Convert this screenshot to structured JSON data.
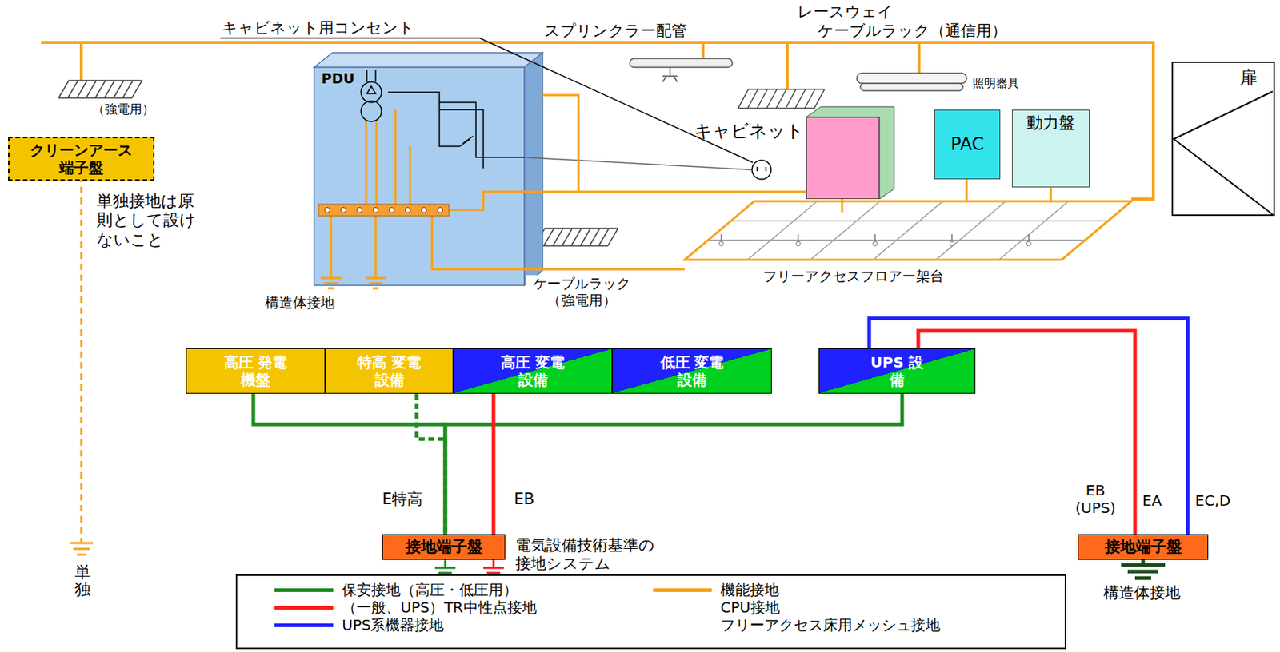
{
  "diagram": {
    "nodes": [
      {
        "text": [
          "クリーンアース 端子盤"
        ]
      },
      {
        "text": [
          "PDU"
        ]
      },
      {
        "text": [
          "キャビネット"
        ]
      },
      {
        "text": [
          "PAC"
        ]
      },
      {
        "text": [
          "動力盤"
        ]
      },
      {
        "text": [
          "扉"
        ]
      },
      {
        "text": [
          "高圧 発電機盤"
        ]
      },
      {
        "text": [
          "特高 変電設備"
        ]
      },
      {
        "text": [
          "高圧 変電設備"
        ]
      },
      {
        "text": [
          "低圧 変電設備"
        ]
      },
      {
        "text": [
          "UPS 設備"
        ]
      },
      {
        "text": [
          "接地端子盤"
        ]
      },
      {
        "text": [
          "接地端子盤"
        ]
      }
    ],
    "edges": [
      {
        "from": 6,
        "to": 11,
        "arrow": "none"
      },
      {
        "from": 7,
        "to": 11,
        "arrow": "none"
      },
      {
        "from": 10,
        "to": 11,
        "arrow": "none"
      },
      {
        "from": 8,
        "to": 11,
        "arrow": "none"
      },
      {
        "from": 10,
        "to": 12,
        "arrow": "none"
      },
      {
        "from": 10,
        "to": 12,
        "arrow": "none"
      }
    ],
    "labels": [
      "キャビネット用コンセント",
      "スプリンクラー配管",
      "レースウェイ",
      "ケーブルラック（通信用）",
      "照明器具",
      "（強電用）",
      "単独接地は原則として設けないこと",
      "単独",
      "構造体接地",
      "ケーブルラック （強電用）",
      "フリーアクセスフロアー架台",
      "E特高",
      "EB",
      "電気設備技術基準の 接地システム",
      "EB (UPS)",
      "EA",
      "EC,D",
      "構造体接地"
    ],
    "legend": [
      {
        "text": "保安接地（高圧・低圧用）",
        "color": "#1e8c1e"
      },
      {
        "text": "（一般、UPS）TR中性点接地",
        "color": "#ff1a1a"
      },
      {
        "text": "UPS系機器接地",
        "color": "#2020ff"
      },
      {
        "text": "機能接地",
        "color": "#f7a11a"
      },
      {
        "text": "CPU接地"
      },
      {
        "text": "フリーアクセス床用メッシュ接地"
      }
    ]
  }
}
